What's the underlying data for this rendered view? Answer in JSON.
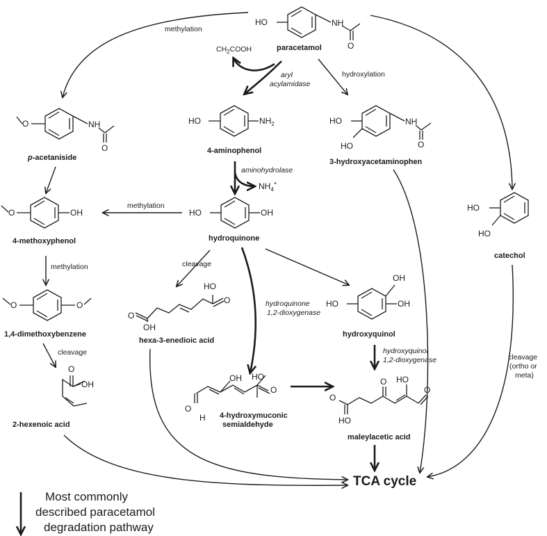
{
  "compounds": {
    "paracetamol": "paracetamol",
    "acetaniside_prefix": "p",
    "acetaniside_rest": "-acetaniside",
    "aminophenol": "4-aminophenol",
    "hydroxyacetaminophen": "3-hydroxyacetaminophen",
    "methoxyphenol": "4-methoxyphenol",
    "hydroquinone": "hydroquinone",
    "catechol": "catechol",
    "dimethoxybenzene": "1,4-dimethoxybenzene",
    "hexaenedioic": "hexa-3-enedioic acid",
    "hydroxyquinol": "hydroxyquinol",
    "hydroxymuconic_1": "4-hydroxymuconic",
    "hydroxymuconic_2": "semialdehyde",
    "hexenoic": "2-hexenoic acid",
    "maleylacetic": "maleylacetic acid",
    "tca": "TCA cycle"
  },
  "reactions": {
    "methylation_top": "methylation",
    "byproduct_acetate_a": "CH",
    "byproduct_acetate_sub": "2",
    "byproduct_acetate_b": "COOH",
    "aryl_acylamidase_1": "aryl",
    "aryl_acylamidase_2": "acylamidase",
    "hydroxylation": "hydroxylation",
    "aminohydrolase": "aminohydrolase",
    "ammonium": "NH",
    "ammonium_sub": "4",
    "ammonium_sup": "+",
    "methylation_mid": "methylation",
    "methylation_low": "methylation",
    "cleavage_hq": "cleavage",
    "hq_dioxygenase_1": "hydroquinone",
    "hq_dioxygenase_2": "1,2-dioxygenase",
    "cleavage_dmb": "cleavage",
    "hyq_dioxygenase_1": "hydroxyquinol",
    "hyq_dioxygenase_2": "1,2-dioxygenase",
    "cleavage_catechol_1": "cleavage",
    "cleavage_catechol_2": "(ortho or",
    "cleavage_catechol_3": "meta)"
  },
  "atoms": {
    "HO": "HO",
    "OH": "OH",
    "O": "O",
    "H": "H",
    "N": "N",
    "NH2_main": "NH",
    "NH2_sub": "2",
    "NH": "NH"
  },
  "legend": {
    "line1": "Most commonly",
    "line2": "described paracetamol",
    "line3": "degradation pathway"
  }
}
